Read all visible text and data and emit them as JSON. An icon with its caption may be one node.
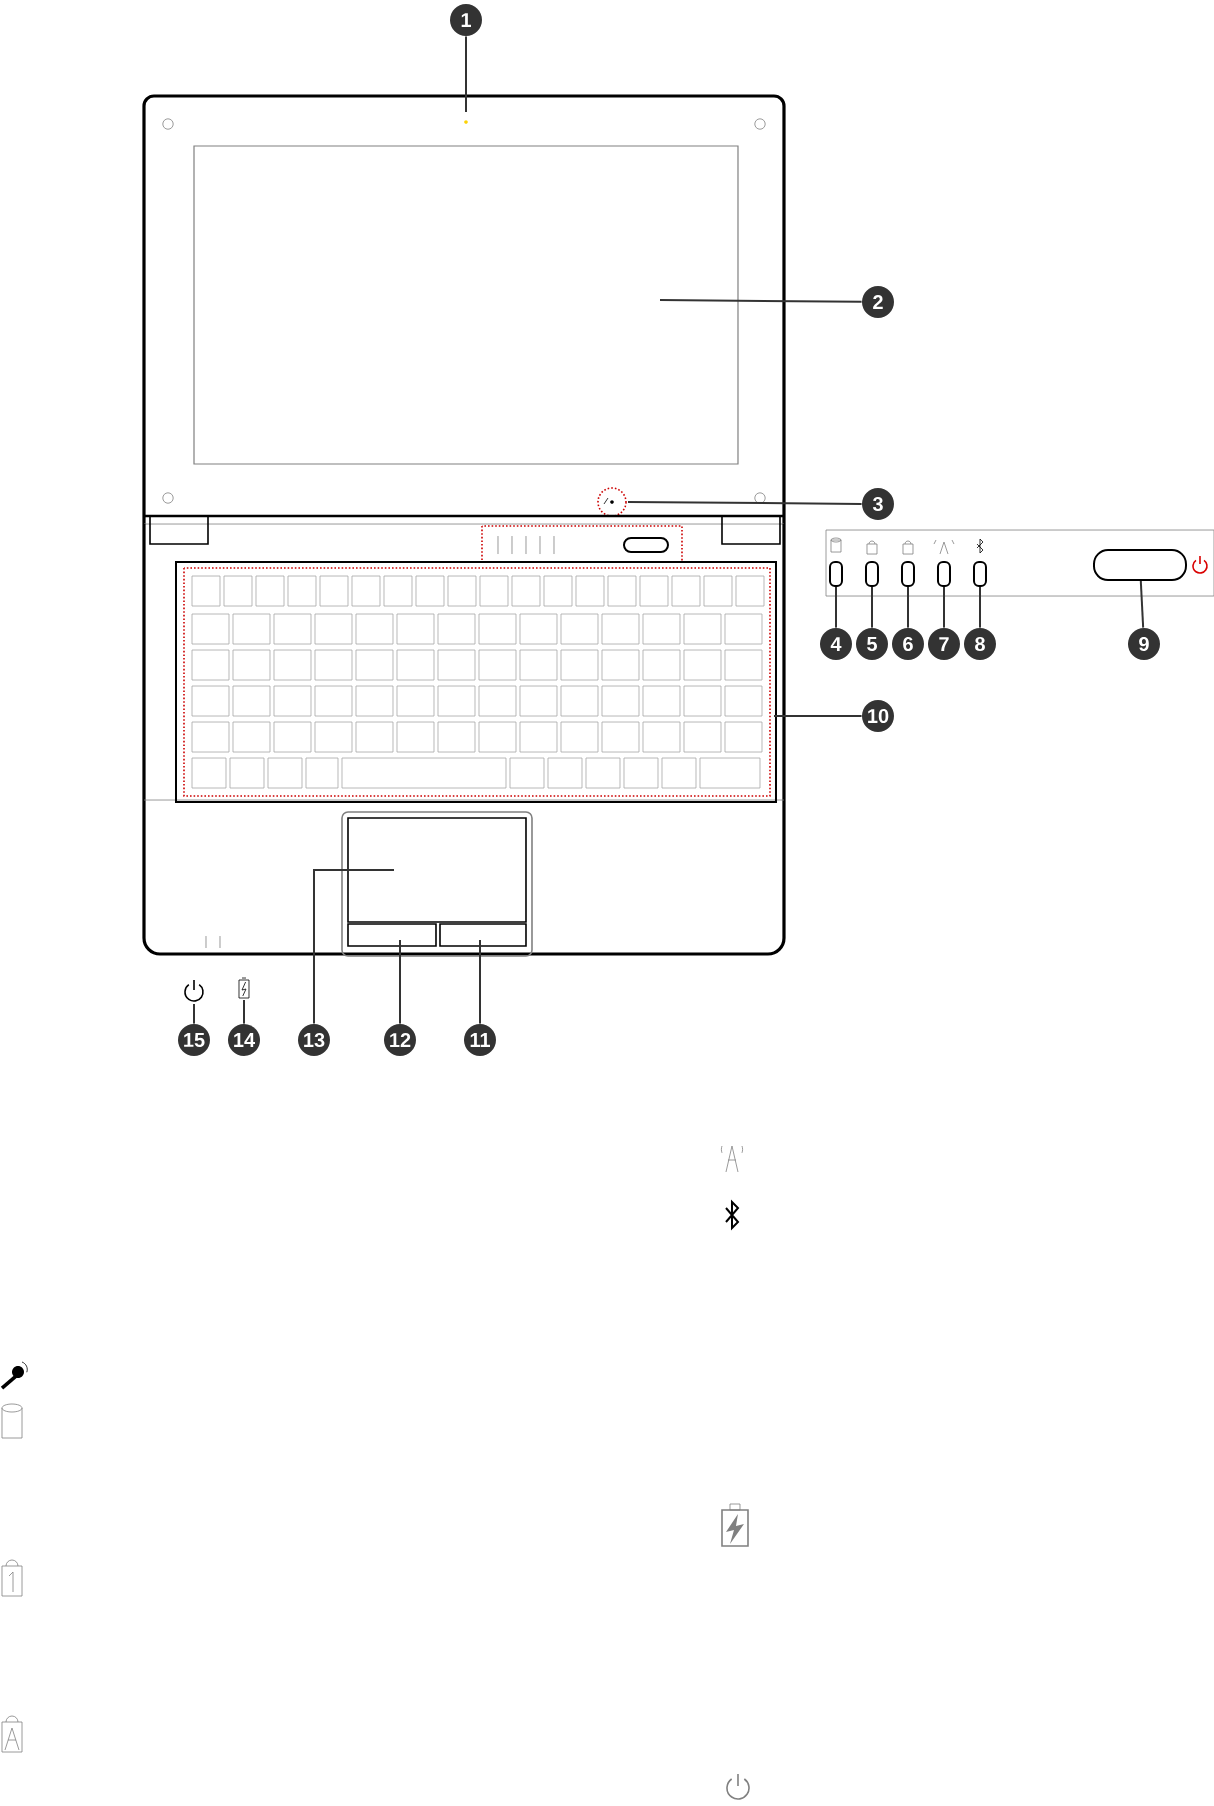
{
  "diagram": {
    "nodes": [
      {
        "text": [
          "1"
        ]
      },
      {
        "text": [
          "2"
        ]
      },
      {
        "text": [
          "3"
        ]
      },
      {
        "text": [
          "4"
        ]
      },
      {
        "text": [
          "5"
        ]
      },
      {
        "text": [
          "6"
        ]
      },
      {
        "text": [
          "7"
        ]
      },
      {
        "text": [
          "8"
        ]
      },
      {
        "text": [
          "9"
        ]
      },
      {
        "text": [
          "10"
        ]
      },
      {
        "text": [
          "11"
        ]
      },
      {
        "text": [
          "12"
        ]
      },
      {
        "text": [
          "13"
        ]
      },
      {
        "text": [
          "14"
        ]
      },
      {
        "text": [
          "15"
        ]
      },
      {
        "text": [],
        "shape": "box"
      },
      {
        "text": [],
        "shape": "box"
      },
      {
        "text": [],
        "shape": "box"
      },
      {
        "text": [],
        "shape": "box"
      },
      {
        "text": [],
        "shape": "box"
      },
      {
        "text": [],
        "shape": "box"
      }
    ],
    "edges": [
      {
        "from": 0,
        "to": null,
        "arrow": "none"
      },
      {
        "from": 1,
        "to": null,
        "arrow": "none"
      },
      {
        "from": 2,
        "to": null,
        "arrow": "none"
      },
      {
        "from": 3,
        "to": 15,
        "arrow": "none"
      },
      {
        "from": 4,
        "to": 16,
        "arrow": "none"
      },
      {
        "from": 5,
        "to": 17,
        "arrow": "none"
      },
      {
        "from": 6,
        "to": 18,
        "arrow": "none"
      },
      {
        "from": 7,
        "to": 19,
        "arrow": "none"
      },
      {
        "from": 8,
        "to": 20,
        "arrow": "none"
      },
      {
        "from": 9,
        "to": null,
        "arrow": "none"
      },
      {
        "from": 10,
        "to": null,
        "arrow": "none"
      },
      {
        "from": 11,
        "to": null,
        "arrow": "none"
      },
      {
        "from": 12,
        "to": null,
        "arrow": "none"
      },
      {
        "from": 13,
        "to": null,
        "arrow": "none"
      },
      {
        "from": 14,
        "to": null,
        "arrow": "none"
      }
    ]
  }
}
